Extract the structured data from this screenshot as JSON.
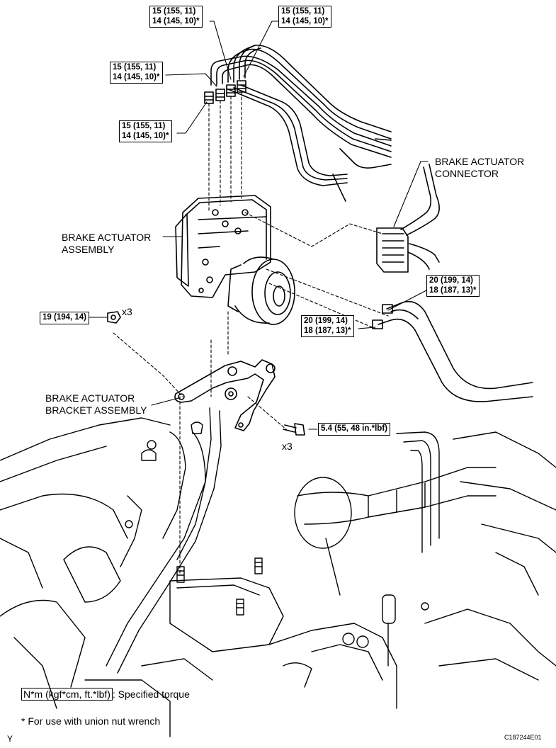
{
  "callouts": {
    "torque_pipe_1": {
      "line1": "15 (155, 11)",
      "line2": "14 (145, 10)*"
    },
    "torque_pipe_2": {
      "line1": "15 (155, 11)",
      "line2": "14 (145, 10)*"
    },
    "torque_pipe_3": {
      "line1": "15 (155, 11)",
      "line2": "14 (145, 10)*"
    },
    "torque_pipe_4": {
      "line1": "15 (155, 11)",
      "line2": "14 (145, 10)*"
    },
    "torque_pipe_5": {
      "line1": "20 (199, 14)",
      "line2": "18 (187, 13)*"
    },
    "torque_pipe_6": {
      "line1": "20 (199, 14)",
      "line2": "18 (187, 13)*"
    },
    "torque_nut": {
      "line1": "19 (194, 14)"
    },
    "torque_bolt": {
      "line1": "5.4 (55, 48 in.*lbf)"
    }
  },
  "labels": {
    "connector": {
      "line1": "BRAKE ACTUATOR",
      "line2": "CONNECTOR"
    },
    "actuator": {
      "line1": "BRAKE ACTUATOR",
      "line2": "ASSEMBLY"
    },
    "bracket": {
      "line1": "BRAKE ACTUATOR",
      "line2": "BRACKET ASSEMBLY"
    },
    "nut_qty": "x3",
    "bolt_qty": "x3"
  },
  "legend": {
    "unit_box": "N*m (kgf*cm, ft.*lbf)",
    "unit_desc": ": Specified torque",
    "footnote": "* For use with union nut wrench"
  },
  "corner": {
    "left_mark": "Y",
    "figure_id": "C187244E01"
  }
}
